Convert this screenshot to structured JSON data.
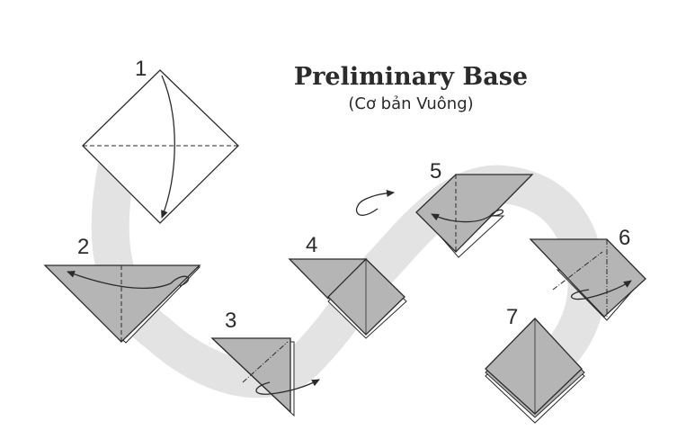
{
  "title": "Preliminary Base",
  "subtitle": "(Cơ bản Vuông)",
  "steps": [
    {
      "number": "1"
    },
    {
      "number": "2"
    },
    {
      "number": "3"
    },
    {
      "number": "4"
    },
    {
      "number": "5"
    },
    {
      "number": "6"
    },
    {
      "number": "7"
    }
  ],
  "colors": {
    "paper": "#b5b5b5",
    "paper_back": "#ffffff",
    "line": "#2b2b2b",
    "path": "#e3e3e3"
  }
}
